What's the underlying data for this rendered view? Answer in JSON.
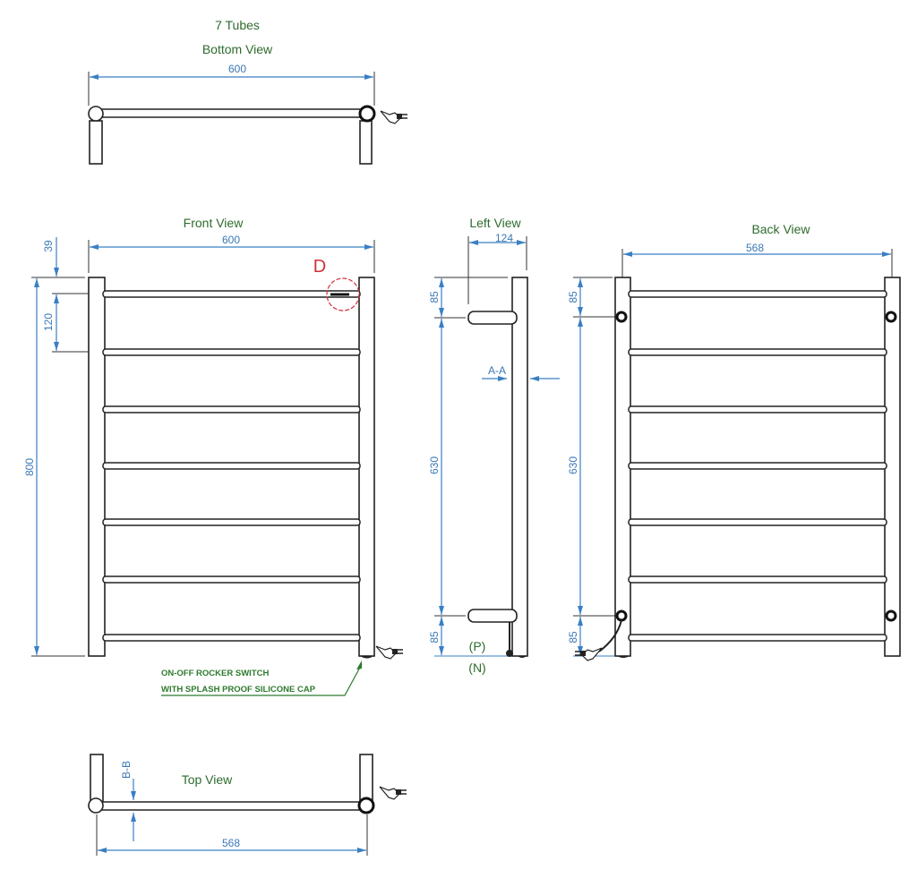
{
  "drawing": {
    "tube_count_label": "7 Tubes",
    "detail_marker": "D",
    "colors": {
      "dimension": "#3a7fc4",
      "title": "#2e6b2e",
      "detail": "#d0303a"
    }
  },
  "bottom_view": {
    "title": "Bottom View",
    "width": "600"
  },
  "front_view": {
    "title": "Front View",
    "width": "600",
    "top_offset": "39",
    "rail_spacing": "120",
    "height": "800"
  },
  "left_view": {
    "title": "Left View",
    "depth": "124",
    "top_offset": "85",
    "bracket_spacing": "630",
    "bottom_offset": "85",
    "section": "A-A",
    "label_p": "(P)",
    "label_n": "(N)"
  },
  "back_view": {
    "title": "Back View",
    "width": "568",
    "top_offset": "85",
    "bracket_spacing": "630",
    "bottom_offset": "85"
  },
  "top_view": {
    "title": "Top View",
    "width": "568",
    "section": "B-B"
  },
  "annotation": {
    "line1": "ON-OFF ROCKER SWITCH",
    "line2": "WITH SPLASH PROOF SILICONE CAP"
  }
}
